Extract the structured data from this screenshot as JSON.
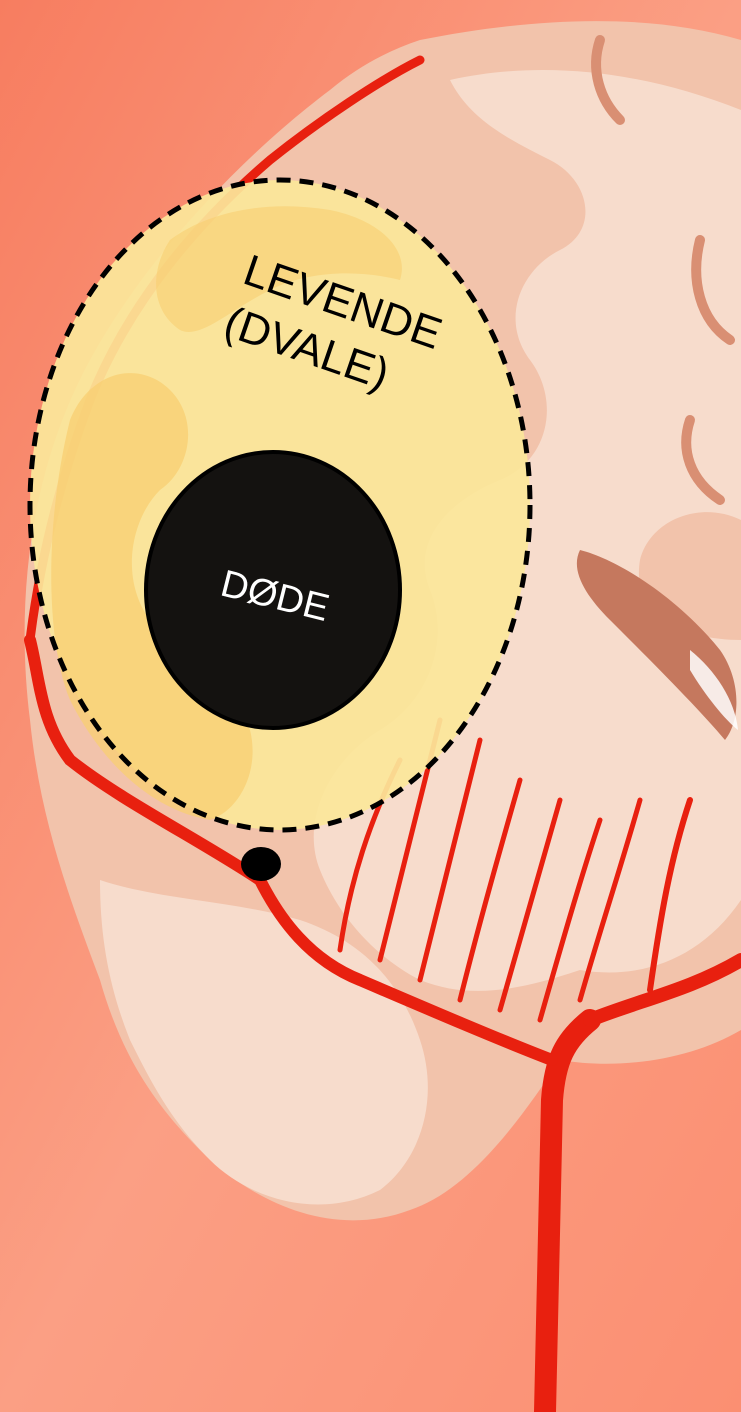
{
  "diagram": {
    "labels": {
      "penumbra_line1": "LEVENDE",
      "penumbra_line2": "(DVALE)",
      "core": "DØDE"
    },
    "colors": {
      "background_top": "#f9876a",
      "background_bottom": "#fb9a7d",
      "brain_light": "#f6d8c6",
      "brain_mid": "#eeb195",
      "brain_dark": "#c5785e",
      "artery": "#e8200f",
      "artery_dark": "#b8150a",
      "penumbra_fill": "#fbe69a",
      "penumbra_fill_inner": "#f8cf72",
      "penumbra_border": "#000000",
      "core_fill": "#141210",
      "core_text": "#ffffff",
      "occlusion_dot": "#000000"
    }
  }
}
